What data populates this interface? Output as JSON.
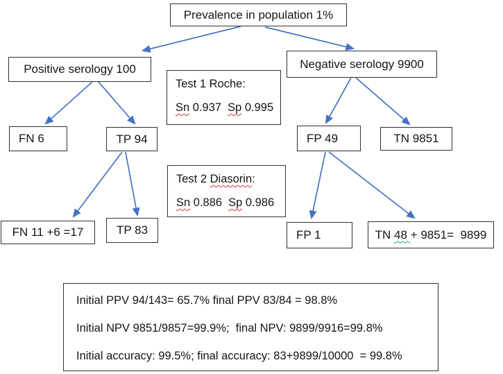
{
  "colors": {
    "arrow_blue": "#4472C4",
    "box_border": "#2f2f2f",
    "spellcheck_red": "#d13438",
    "grammar_green": "#21a366"
  },
  "nodes": {
    "prevalence": "Prevalence in population 1%",
    "positive": "Positive serology 100",
    "negative": "Negative serology 9900",
    "fn6": "FN 6",
    "tp94": "TP 94",
    "fp49": "FP 49",
    "tn9851": "TN 9851",
    "fn17": "FN 11 +6 =17",
    "tp83": "TP 83",
    "fp1": "FP 1",
    "tn9899": {
      "prefix": "TN ",
      "underlined": "48 ",
      "suffix": "+ 9851=  9899"
    }
  },
  "test1": {
    "title": "Test 1 Roche:",
    "sn_label": "Sn",
    "sn_value": "0.937",
    "sp_label": "Sp",
    "sp_value": "0.995"
  },
  "test2": {
    "title_prefix": "Test 2 ",
    "title_word": "Diasorin",
    "title_colon": ":",
    "sn_label": "Sn",
    "sn_value": "0.886",
    "sp_label": "Sp",
    "sp_value": "0.986"
  },
  "summary": {
    "line1": "Initial PPV 94/143= 65.7% final PPV 83/84 = 98.8%",
    "line2": "Initial NPV 9851/9857=99.9%;  final NPV: 9899/9916=99.8%",
    "line3": "Initial accuracy: 99.5%; final accuracy: 83+9899/10000  = 99.8%"
  },
  "edges": [
    {
      "from": "prevalence",
      "to": "positive"
    },
    {
      "from": "prevalence",
      "to": "negative"
    },
    {
      "from": "positive",
      "to": "fn6"
    },
    {
      "from": "positive",
      "to": "tp94"
    },
    {
      "from": "negative",
      "to": "fp49"
    },
    {
      "from": "negative",
      "to": "tn9851"
    },
    {
      "from": "tp94",
      "to": "fn17"
    },
    {
      "from": "tp94",
      "to": "tp83"
    },
    {
      "from": "fp49",
      "to": "fp1"
    },
    {
      "from": "fp49",
      "to": "tn9899"
    }
  ]
}
